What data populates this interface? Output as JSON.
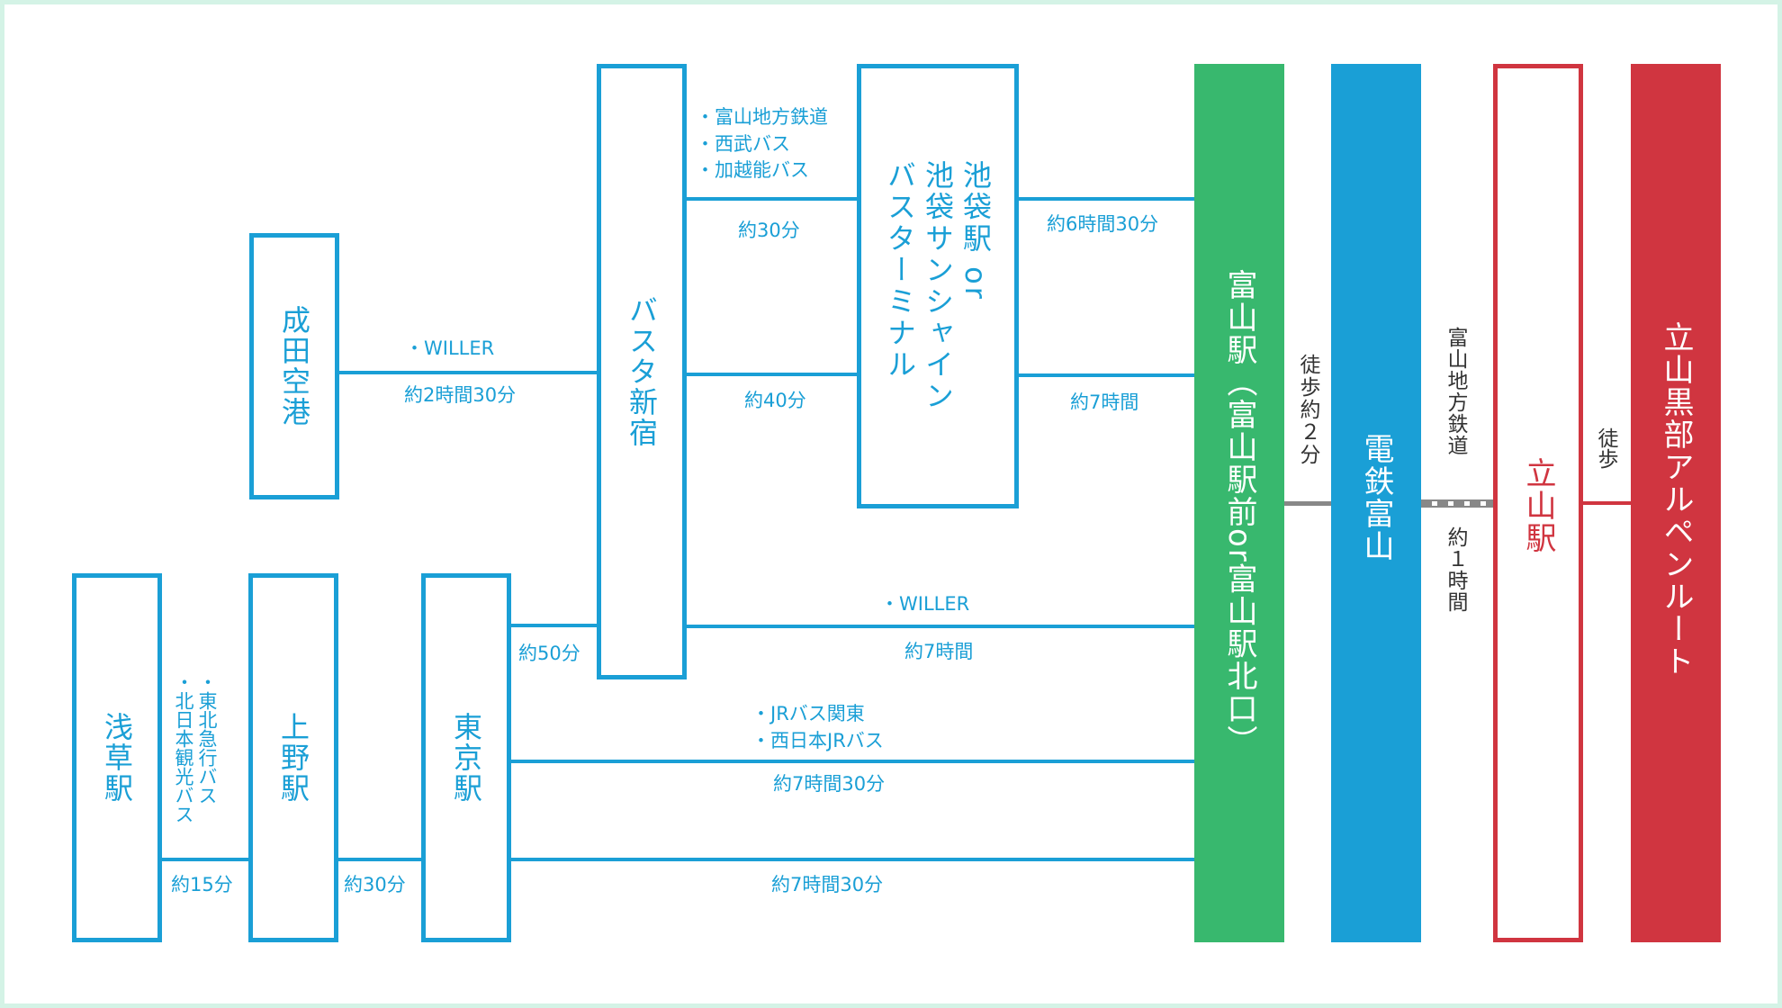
{
  "stations": {
    "narita": "成田空港",
    "basta": "バスタ新宿",
    "ikebukuro": "池袋駅 or 池袋サンシャイン バスターミナル",
    "asakusa": "浅草駅",
    "ueno": "上野駅",
    "tokyo": "東京駅",
    "toyama": "富山駅（富山駅前or富山駅北口）",
    "dentetsu": "電鉄富山",
    "tateyama": "立山駅",
    "alpine": "立山黒部アルペンルート"
  },
  "routes": {
    "narita_basta_operator": "・WILLER",
    "narita_basta_time": "約2時間30分",
    "basta_ikebukuro_operators": [
      "・富山地方鉄道",
      "・西武バス",
      "・加越能バス"
    ],
    "basta_ikebukuro_top_time": "約30分",
    "basta_ikebukuro_bottom_time": "約40分",
    "ikebukuro_toyama_top_time": "約6時間30分",
    "ikebukuro_toyama_bottom_time": "約7時間",
    "tokyo_basta_time": "約50分",
    "basta_toyama_operator": "・WILLER",
    "basta_toyama_time": "約7時間",
    "tokyo_toyama_operators": [
      "・JRバス関東",
      "・西日本JRバス"
    ],
    "tokyo_toyama_time_1": "約7時間30分",
    "tokyo_toyama_time_2": "約7時間30分",
    "asakusa_ueno_operators": [
      "・東北急行バス",
      "・北日本観光バス"
    ],
    "asakusa_ueno_time": "約15分",
    "ueno_tokyo_time": "約30分",
    "toyama_dentetsu_walk": "徒歩約２分",
    "dentetsu_tateyama_line": "富山地方鉄道",
    "dentetsu_tateyama_time": "約１時間",
    "tateyama_alpine_walk": "徒歩"
  },
  "colors": {
    "route_blue": "#1a9fd6",
    "toyama_green": "#38b86e",
    "dentetsu_blue": "#1a9fd6",
    "tateyama_red": "#d03540",
    "frame_mint": "#d4f3e6"
  }
}
